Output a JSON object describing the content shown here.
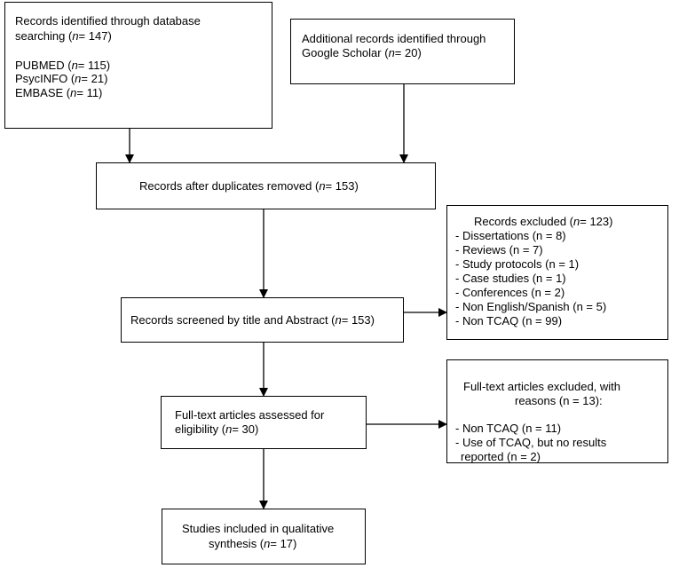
{
  "database_search": {
    "line1": "Records identified through database",
    "line2_pre": "searching (",
    "n_label": "n",
    "line2_val": "= 147)",
    "pubmed_pre": "PUBMED (",
    "pubmed_val": "= 115)",
    "psycinfo_pre": "PsycINFO (",
    "psycinfo_val": "= 21)",
    "embase_pre": "EMBASE (",
    "embase_val": "= 11)"
  },
  "additional": {
    "line1": "Additional records identified through",
    "line2_pre": "Google Scholar (",
    "n_label": "n",
    "line2_val": "= 20)"
  },
  "duplicates": {
    "pre": "Records after duplicates removed (",
    "n_label": "n",
    "val": "= 153)"
  },
  "excluded": {
    "title_pre": "Records excluded (",
    "n_label": "n",
    "title_val": "= 123)",
    "items": [
      "- Dissertations (n = 8)",
      "- Reviews (n = 7)",
      "- Study protocols (n = 1)",
      "- Case studies (n = 1)",
      "- Conferences (n = 2)",
      "- Non English/Spanish (n = 5)",
      "- Non TCAQ (n = 99)"
    ]
  },
  "screened": {
    "pre": "Records screened by title and Abstract (",
    "n_label": "n",
    "val": "= 153)"
  },
  "fulltext_excluded": {
    "line1": "Full-text articles excluded, with",
    "line2": "reasons (n = 13):",
    "item1": "- Non TCAQ (n = 11)",
    "item2a": "- Use of TCAQ, but no results",
    "item2b": "reported (n = 2)"
  },
  "eligibility": {
    "line1": "Full-text articles assessed for",
    "line2_pre": "eligibility (",
    "n_label": "n",
    "line2_val": "= 30)"
  },
  "included": {
    "line1": "Studies included in qualitative",
    "line2_pre": "synthesis (",
    "n_label": "n",
    "line2_val": "= 17)"
  }
}
